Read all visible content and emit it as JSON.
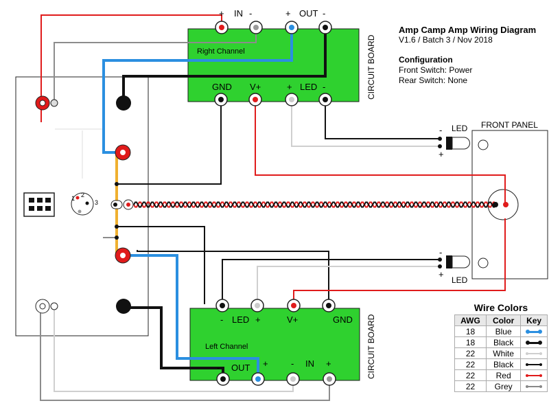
{
  "title": "Amp Camp Amp Wiring Diagram",
  "subtitle": "V1.6 / Batch 3 / Nov 2018",
  "config": {
    "heading": "Configuration",
    "front_switch": "Front Switch: Power",
    "rear_switch": "Rear Switch: None"
  },
  "right_board": {
    "side_label": "CIRCUIT BOARD",
    "channel": "Right Channel",
    "in_plus": "+",
    "in_label": "IN",
    "in_minus": "-",
    "out_plus": "+",
    "out_label": "OUT",
    "out_minus": "-",
    "gnd": "GND",
    "vplus": "V+",
    "led_plus": "+",
    "led_label": "LED",
    "led_minus": "-"
  },
  "left_board": {
    "side_label": "CIRCUIT BOARD",
    "channel": "Left Channel",
    "led_minus": "-",
    "led_label": "LED",
    "led_plus": "+",
    "vplus": "V+",
    "gnd": "GND",
    "out_minus": "-",
    "out_label": "OUT",
    "out_plus": "+",
    "in_minus": "-",
    "in_label": "IN",
    "in_plus": "+"
  },
  "front_panel": {
    "title": "FRONT PANEL",
    "top_led": {
      "label": "LED",
      "minus": "-",
      "plus": "+"
    },
    "bottom_led": {
      "label": "LED",
      "minus": "-",
      "plus": "+"
    }
  },
  "power_jack": {
    "pin1": "1",
    "pin2": "2",
    "pin3": "3"
  },
  "key": {
    "title": "Wire Colors",
    "headers": [
      "AWG",
      "Color",
      "Key"
    ],
    "rows": [
      {
        "awg": "18",
        "color": "Blue",
        "swatch": "#2b8fe0",
        "thick": true
      },
      {
        "awg": "18",
        "color": "Black",
        "swatch": "#111111",
        "thick": true
      },
      {
        "awg": "22",
        "color": "White",
        "swatch": "#cfcfcf",
        "thick": false
      },
      {
        "awg": "22",
        "color": "Black",
        "swatch": "#111111",
        "thick": false
      },
      {
        "awg": "22",
        "color": "Red",
        "swatch": "#e01b1b",
        "thick": false
      },
      {
        "awg": "22",
        "color": "Grey",
        "swatch": "#888888",
        "thick": false
      }
    ]
  },
  "colors": {
    "board_green": "#2fd12f",
    "wire_red": "#e01b1b",
    "wire_blue": "#2b8fe0",
    "wire_black": "#111111",
    "wire_grey": "#8c8c8c",
    "wire_white": "#cfcfcf",
    "wire_orange": "#f0b030"
  }
}
